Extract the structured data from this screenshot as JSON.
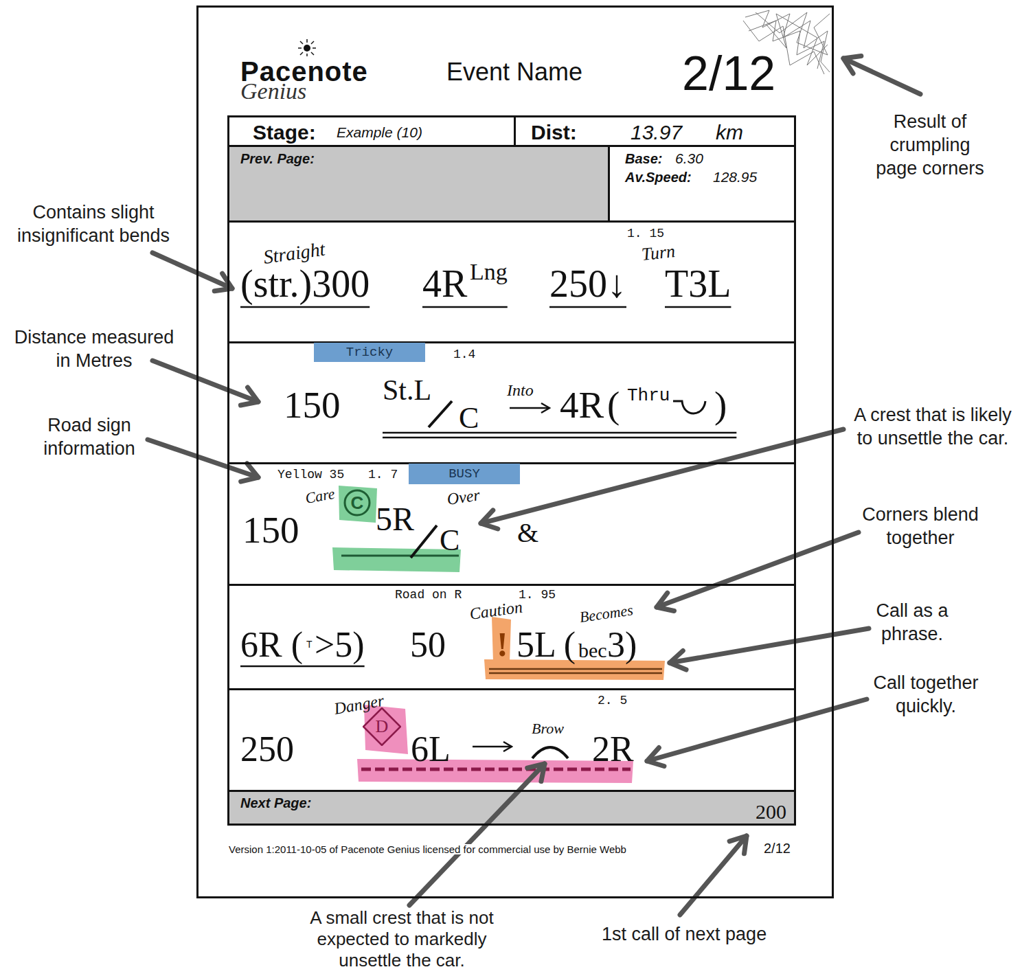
{
  "diagram": {
    "nodes": [
      {
        "text": [
          "Pacenote",
          "Genius",
          "Event Name",
          "2/12",
          "Version 1:2011-10-05 of Pacenote Genius licensed for commercial use by Bernie Webb",
          "2/12"
        ]
      },
      {
        "text": [
          "Stage:",
          "Example (10)"
        ],
        "in": 0
      },
      {
        "text": [
          "Dist:",
          "13.97",
          "km"
        ],
        "in": 0
      },
      {
        "text": [
          "Prev. Page:"
        ],
        "in": 0
      },
      {
        "text": [
          "Base:",
          "6.30",
          "Av.Speed:",
          "128.95"
        ],
        "in": 0
      },
      {
        "text": [
          "1. 15",
          "Straight",
          "(str.)300",
          "4R",
          "Lng",
          "250↓",
          "Turn",
          "T3L"
        ],
        "in": 0
      },
      {
        "text": [
          "1.4",
          "150",
          "St.L",
          "C",
          "Into",
          "4R",
          "(",
          "Thru",
          ")"
        ],
        "in": 0
      },
      {
        "text": [
          "Tricky"
        ],
        "in": 6
      },
      {
        "text": [
          "Yellow 35",
          "1. 7",
          "Care",
          "150",
          "5R",
          "Over",
          "C",
          "&"
        ],
        "in": 0
      },
      {
        "text": [
          "BUSY"
        ],
        "in": 8
      },
      {
        "text": [
          "C"
        ],
        "in": 8
      },
      {
        "text": [
          "Road on R",
          "1. 95",
          "6R (",
          "T",
          ">5)",
          "50",
          "Caution",
          "!",
          "5L (",
          "bec",
          "3)",
          "Becomes"
        ],
        "in": 0
      },
      {
        "text": [
          "2. 5",
          "250",
          "Danger",
          "6L",
          "Brow",
          "2R"
        ],
        "in": 0
      },
      {
        "text": [
          "D"
        ],
        "in": 12
      },
      {
        "text": [
          "Next Page:",
          "200"
        ],
        "in": 0
      }
    ],
    "labels": [
      "Result of crumpling page corners",
      "Contains slight insignificant bends",
      "Distance measured in Metres",
      "Road sign information",
      "A crest that is likely to unsettle the car.",
      "Corners blend together",
      "Call as a phrase.",
      "Call together quickly.",
      "A small crest that is not expected to markedly unsettle the car.",
      "1st call of next page"
    ]
  }
}
